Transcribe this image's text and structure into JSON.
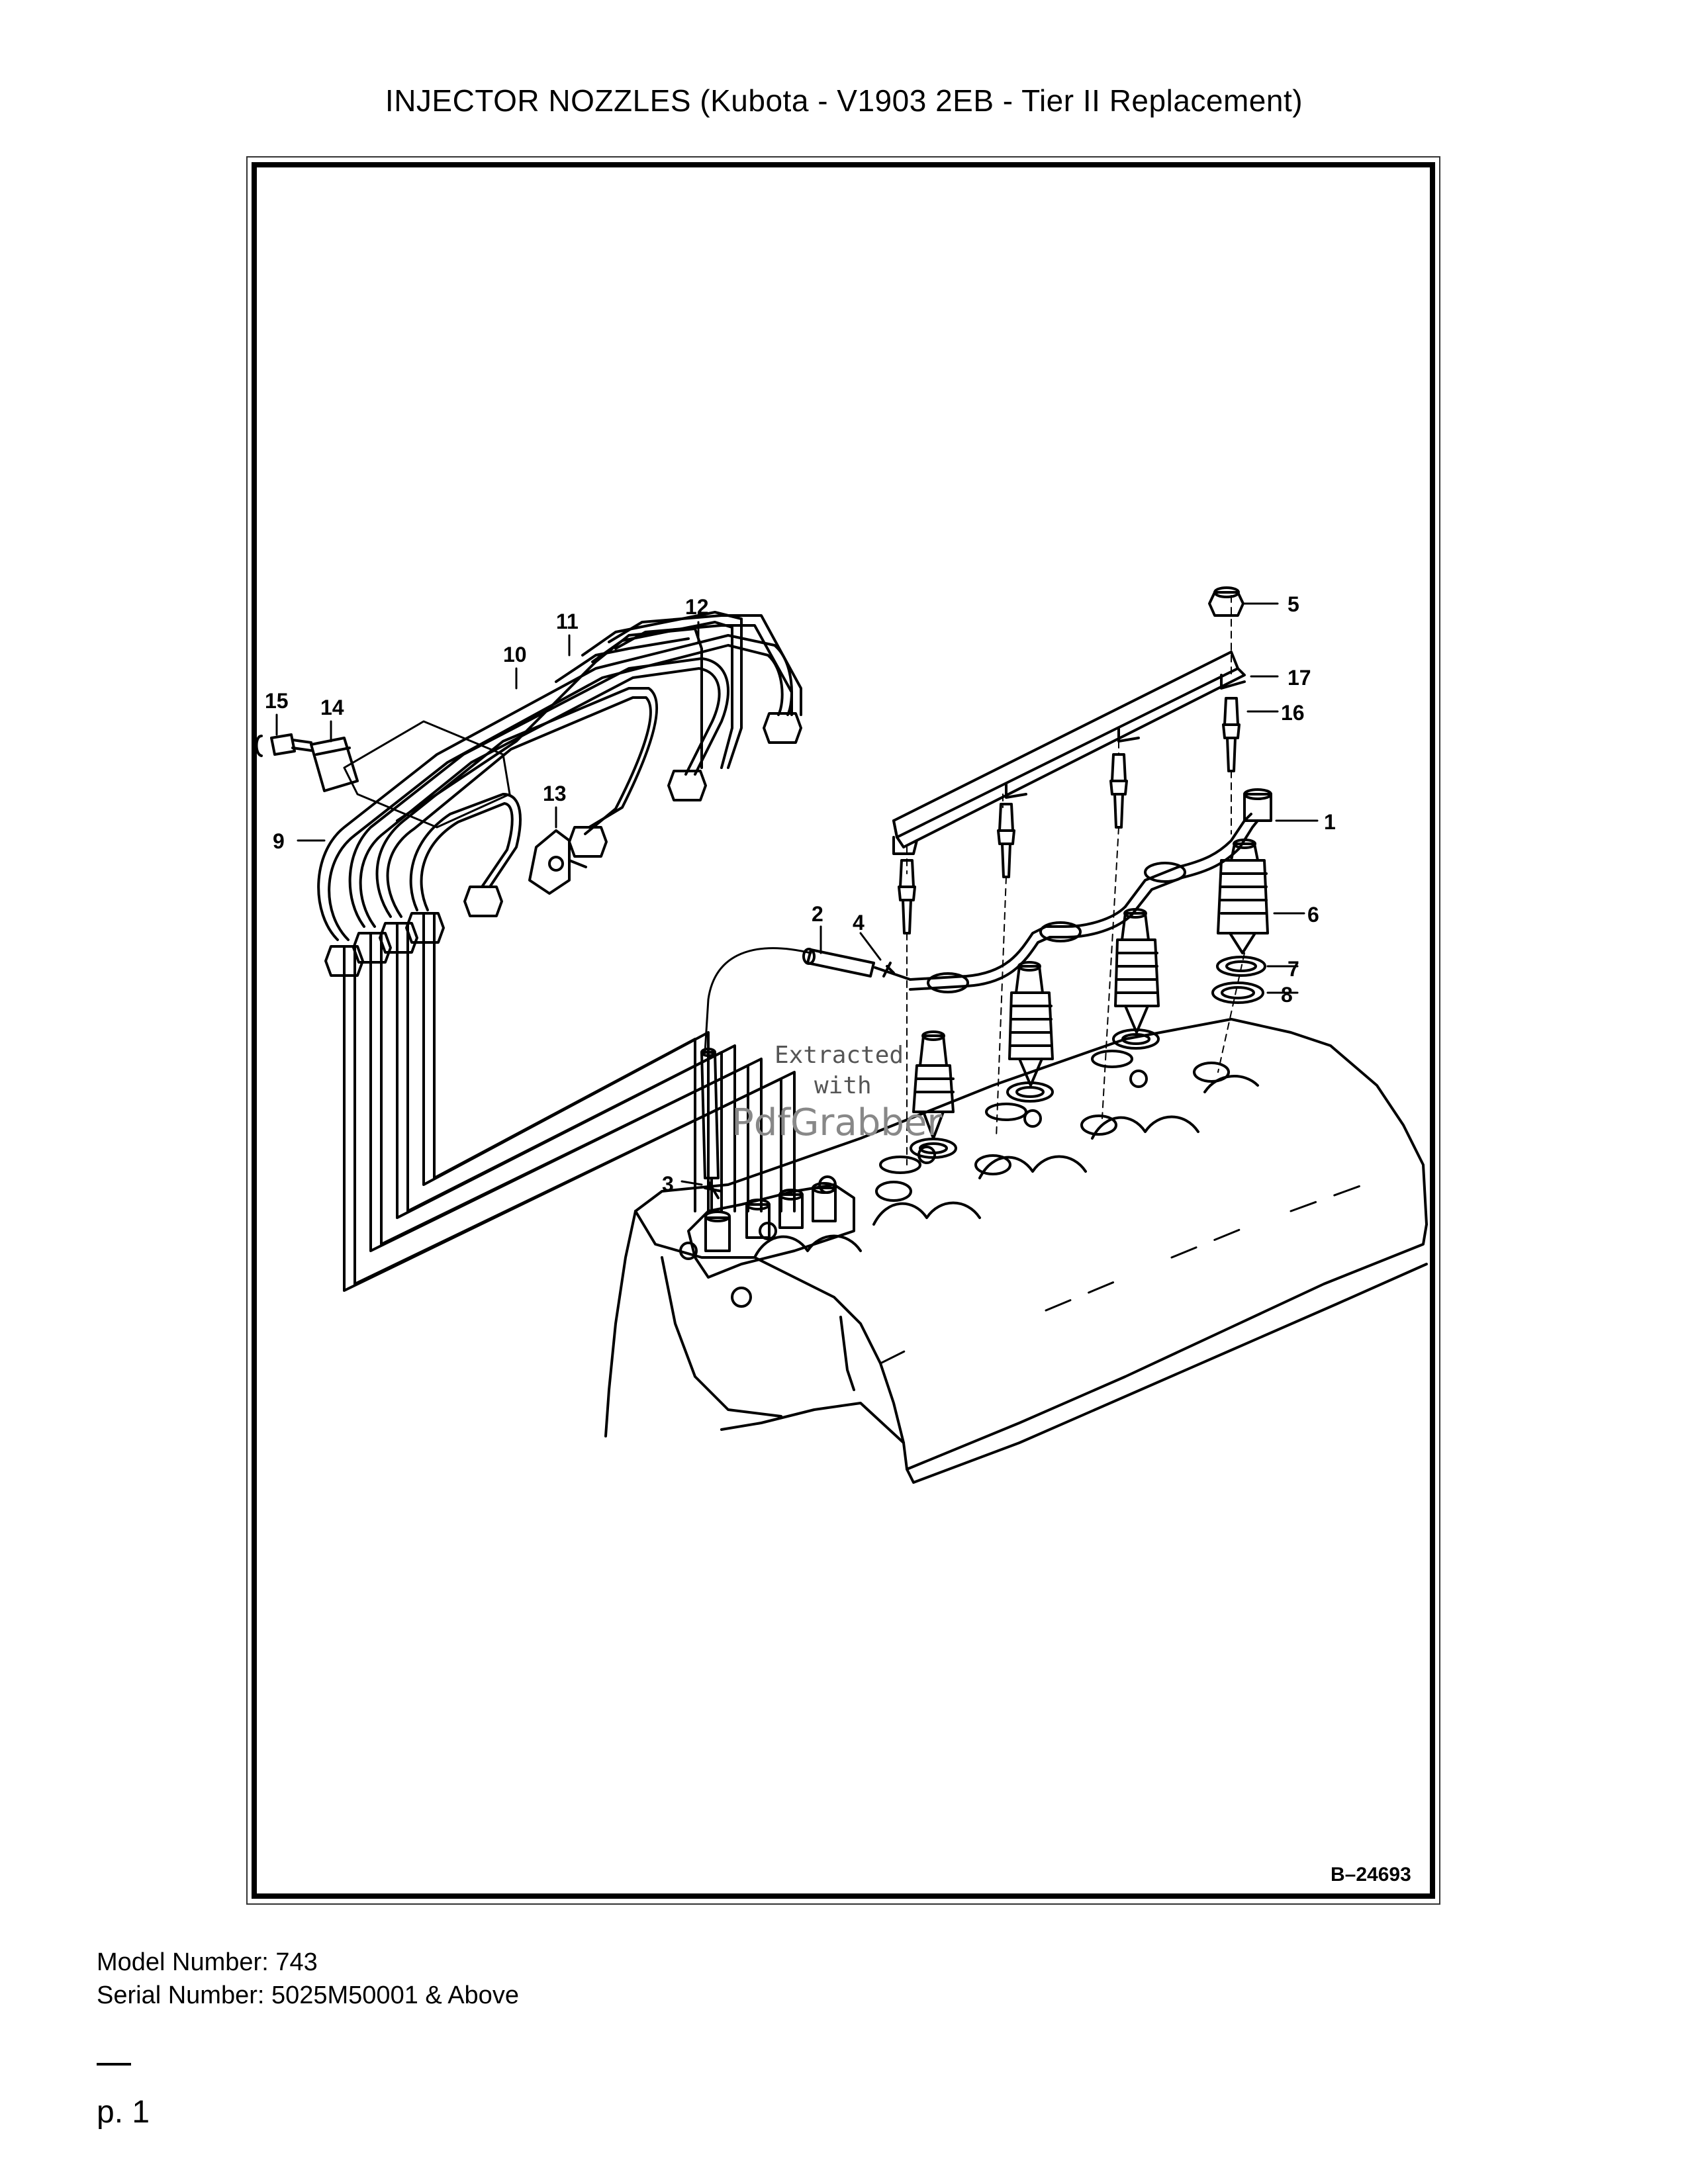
{
  "title": "INJECTOR NOZZLES (Kubota - V1903 2EB - Tier II Replacement)",
  "diagram": {
    "drawing_id": "B–24693",
    "callouts": [
      "1",
      "2",
      "3",
      "4",
      "5",
      "6",
      "7",
      "8",
      "9",
      "10",
      "11",
      "12",
      "13",
      "14",
      "15",
      "16",
      "17"
    ],
    "watermark": {
      "line1": "Extracted",
      "line2": "with",
      "line3": "PdfGrabber"
    }
  },
  "footer": {
    "model": "Model Number: 743",
    "serial": "Serial Number: 5025M50001 & Above",
    "page": "p. 1"
  }
}
